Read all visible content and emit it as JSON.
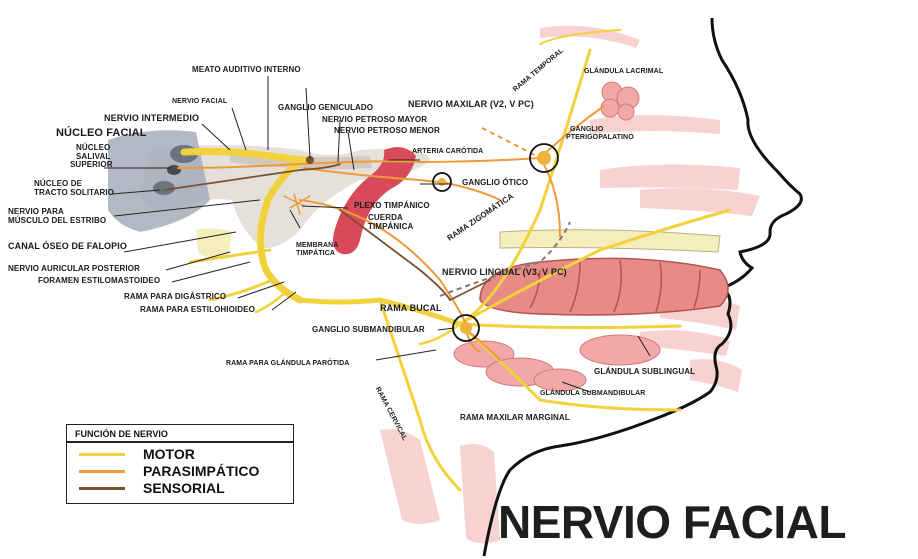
{
  "title": "NERVIO FACIAL",
  "colors": {
    "motor": "#f2d23c",
    "parasympathetic": "#ee9a3a",
    "sensory": "#7a5230",
    "gland": "#f2a8a8",
    "tongue": "#e88a86",
    "artery": "#d84a5a",
    "bone": "#d9d4cc"
  },
  "labels": {
    "meato": "MEATO AUDITIVO INTERNO",
    "nervio_facial_top": "NERVIO FACIAL",
    "ganglio_geniculado": "GANGLIO GENICULADO",
    "nervio_intermedio": "NERVIO INTERMEDIO",
    "nucleo_facial": "NÚCLEO FACIAL",
    "nucleo_salival_1": "NÚCLEO",
    "nucleo_salival_2": "SALIVAL",
    "nucleo_salival_3": "SUPERIOR",
    "nucleo_tracto_1": "NÚCLEO DE",
    "nucleo_tracto_2": "TRACTO SOLITARIO",
    "petroso_mayor": "NERVIO PETROSO MAYOR",
    "petroso_menor": "NERVIO PETROSO MENOR",
    "maxilar": "NERVIO MAXILAR (V2, V PC)",
    "arteria_carotida": "ARTERIA CARÓTIDA",
    "ganglio_otico": "GANGLIO ÓTICO",
    "plexo_timpanico": "PLEXO TIMPÁNICO",
    "cuerda_1": "CUERDA",
    "cuerda_2": "TIMPÁNICA",
    "membrana_1": "MEMBRANA",
    "membrana_2": "TIMPÁTICA",
    "musculo_estribo_1": "NERVIO PARA",
    "musculo_estribo_2": "MÚSCULO DEL ESTRIBO",
    "canal_falopio": "CANAL ÓSEO DE FALOPIO",
    "auricular_posterior": "NERVIO AURICULAR POSTERIOR",
    "foramen": "FORAMEN ESTILOMASTOIDEO",
    "rama_digastrico": "RAMA PARA DIGÁSTRICO",
    "rama_estilohioideo": "RAMA PARA ESTILOHIOIDEO",
    "rama_temporal": "RAMA TEMPORAL",
    "glandula_lacrimal": "GLÁNDULA LACRIMAL",
    "ganglio_ptg_1": "GANGLIO",
    "ganglio_ptg_2": "PTERIGOPALATINO",
    "rama_zigomatica": "RAMA ZIGOMÁTICA",
    "nervio_lingual": "NERVIO LINGUAL (V3, V PC)",
    "rama_bucal": "RAMA BUCAL",
    "ganglio_submandibular": "GANGLIO SUBMANDIBULAR",
    "rama_parotida": "RAMA PARA GLÁNDULA PARÓTIDA",
    "glandula_sublingual": "GLÁNDULA SUBLINGUAL",
    "glandula_submandibular": "GLÁNDULA SUBMANDIBULAR",
    "rama_cervical": "RAMA CERVICAL",
    "rama_maxilar_marginal": "RAMA MAXILAR MARGINAL"
  },
  "legend": {
    "title": "FUNCIÓN DE NERVIO",
    "items": [
      {
        "label": "MOTOR",
        "color": "#f2d23c"
      },
      {
        "label": "PARASIMPÁTICO",
        "color": "#ee9a3a"
      },
      {
        "label": "SENSORIAL",
        "color": "#7a5230"
      }
    ]
  }
}
